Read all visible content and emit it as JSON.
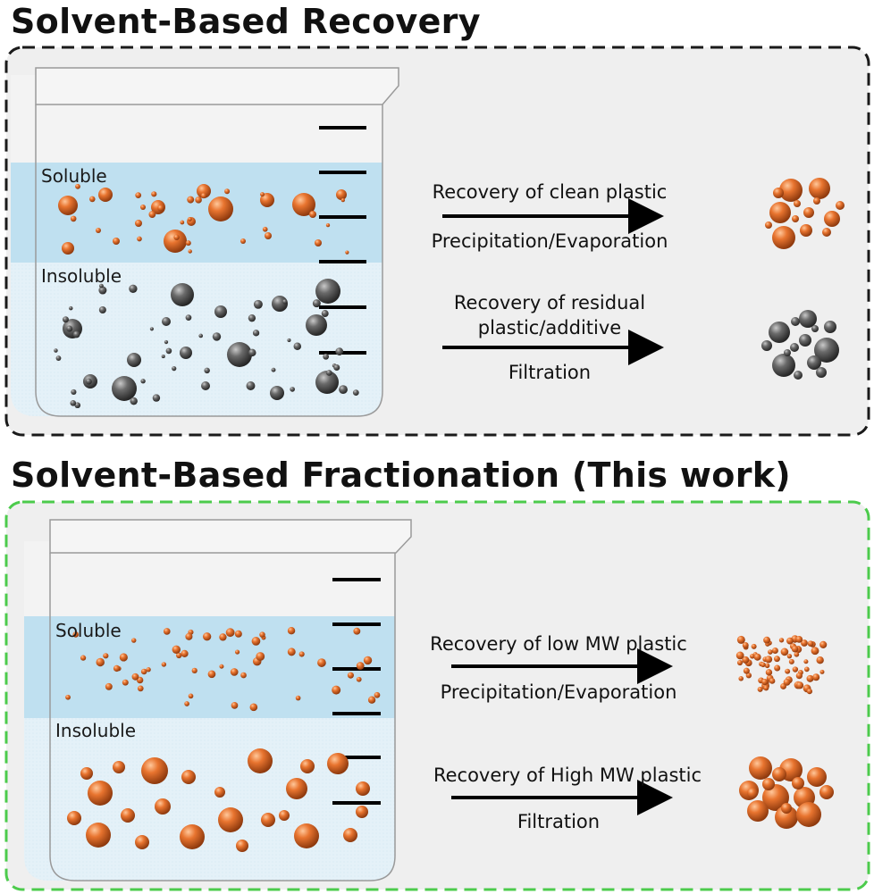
{
  "sections": [
    {
      "title": "Solvent-Based Recovery",
      "border_color": "#1a1a1a",
      "beaker": {
        "soluble_label": "Soluble",
        "insoluble_label": "Insoluble"
      },
      "arrows": [
        {
          "above": "Recovery of clean plastic",
          "below": "Precipitation/Evaporation"
        },
        {
          "above_line1": "Recovery of residual",
          "above_line2": "plastic/additive",
          "below": "Filtration"
        }
      ]
    },
    {
      "title": "Solvent-Based Fractionation (This work)",
      "border_color": "#4ccb4c",
      "beaker": {
        "soluble_label": "Soluble",
        "insoluble_label": "Insoluble"
      },
      "arrows": [
        {
          "above": "Recovery of low MW plastic",
          "below": "Precipitation/Evaporation"
        },
        {
          "above": "Recovery of High MW plastic",
          "below": "Filtration"
        }
      ]
    }
  ],
  "colors": {
    "plastic_sphere": "#e06a2a",
    "residue_sphere": "#5c5c5c",
    "soluble_layer": "#bfe0f0",
    "insoluble_layer": "#e6f2f9"
  }
}
